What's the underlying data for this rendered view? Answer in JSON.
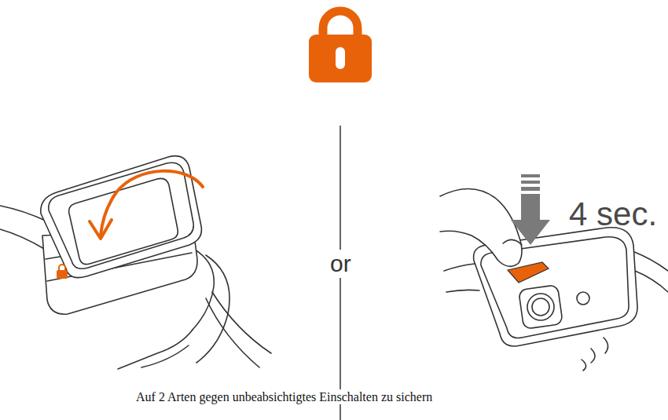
{
  "diagram": {
    "caption": "Auf 2 Arten gegen unbeabsichtigtes Einschalten zu sichern",
    "labels": [
      "4 sec.",
      "or"
    ]
  }
}
